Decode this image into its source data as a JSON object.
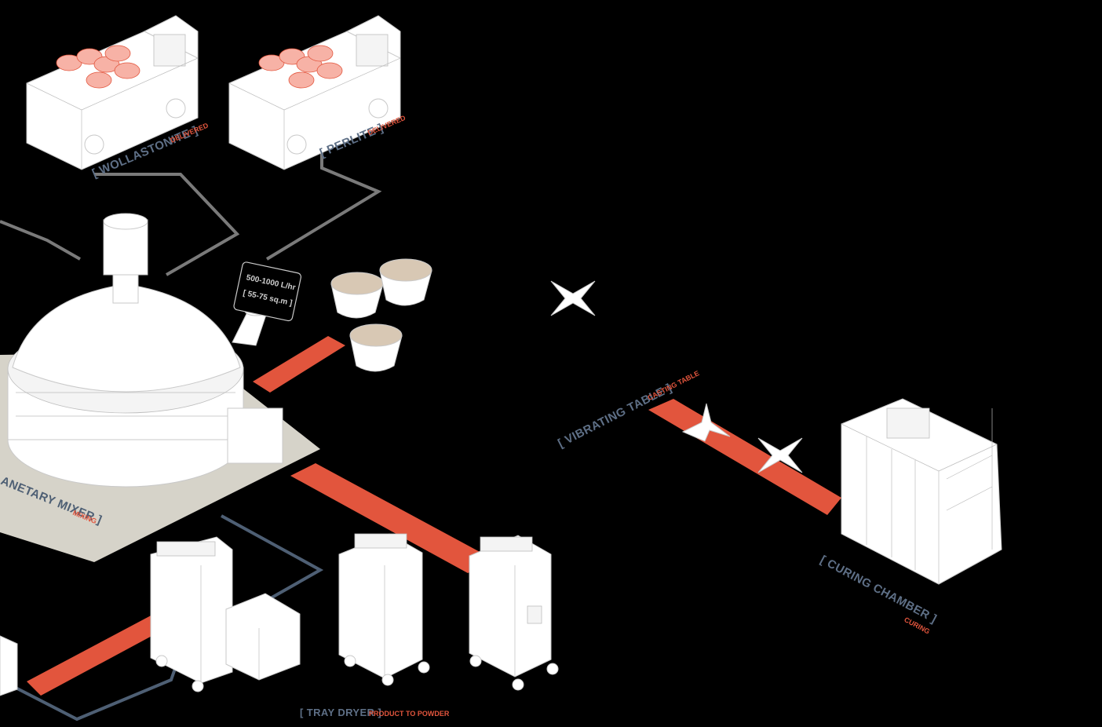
{
  "colors": {
    "background": "#000000",
    "label": "#5e6f86",
    "accent": "#e2553d",
    "conveyor": "#e2553d",
    "platform": "#d6d3c9",
    "pipe_gray": "#7a7a7a",
    "pipe_blue": "#4e5f74",
    "equipment": "#ffffff"
  },
  "labels": {
    "wollastonite": {
      "title": "[ WOLLASTONITE ]",
      "status": "DELIVERED"
    },
    "perlite": {
      "title": "[ PERLITE ]",
      "status": "DELIVERED"
    },
    "mixer": {
      "title": "ANETARY MIXER ]",
      "status": "MIXING"
    },
    "tray_dryer": {
      "title": "[ TRAY DRYER ]",
      "status": "PRODUCT TO POWDER"
    },
    "vibrating_table": {
      "title": "[ VIBRATING TABLE ]",
      "status": "CASTING TABLE"
    },
    "curing_chamber": {
      "title": "[ CURING CHAMBER ]",
      "status": "CURING"
    }
  },
  "capacity_tag": {
    "line1": "500-1000 L/hr",
    "line2": "[ 55-75 sq.m ]"
  },
  "icons": [
    "truck-icon",
    "planetary-mixer-icon",
    "bucket-icon",
    "vibrating-table-icon",
    "tray-dryer-icon",
    "curing-chamber-icon"
  ]
}
